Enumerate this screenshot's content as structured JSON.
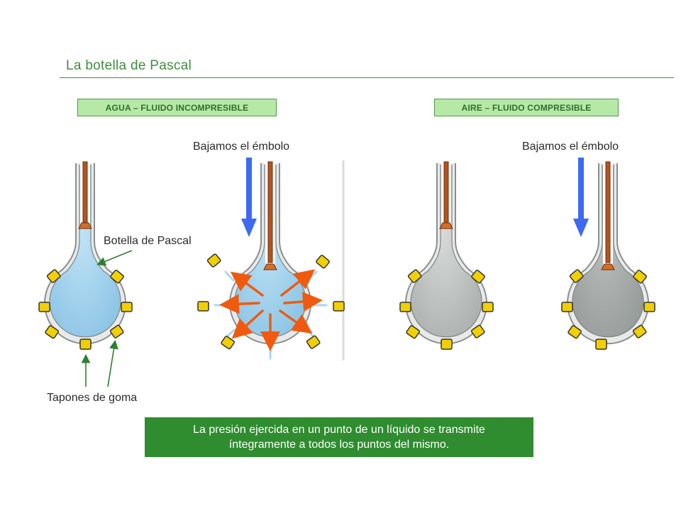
{
  "title": "La botella de Pascal",
  "panels": {
    "water_label": "AGUA – FLUIDO INCOMPRESIBLE",
    "air_label": "AIRE – FLUIDO COMPRESIBLE"
  },
  "captions": {
    "push_water": "Bajamos el émbolo",
    "push_air": "Bajamos el émbolo",
    "bottle": "Botella de Pascal",
    "plugs": "Tapones de goma"
  },
  "conclusion": {
    "line1": "La presión ejercida en un punto de un líquido se transmite",
    "line2": "íntegramente a todos los puntos del mismo."
  },
  "colors": {
    "title_green": "#3f8d3f",
    "water": "#a8d4ee",
    "air": "#c6cac8",
    "plug": "#f2cf00",
    "pressure_arrow": "#f05a0f",
    "push_arrow": "#3d6af0",
    "conclusion_bg": "#2f8c2f"
  }
}
